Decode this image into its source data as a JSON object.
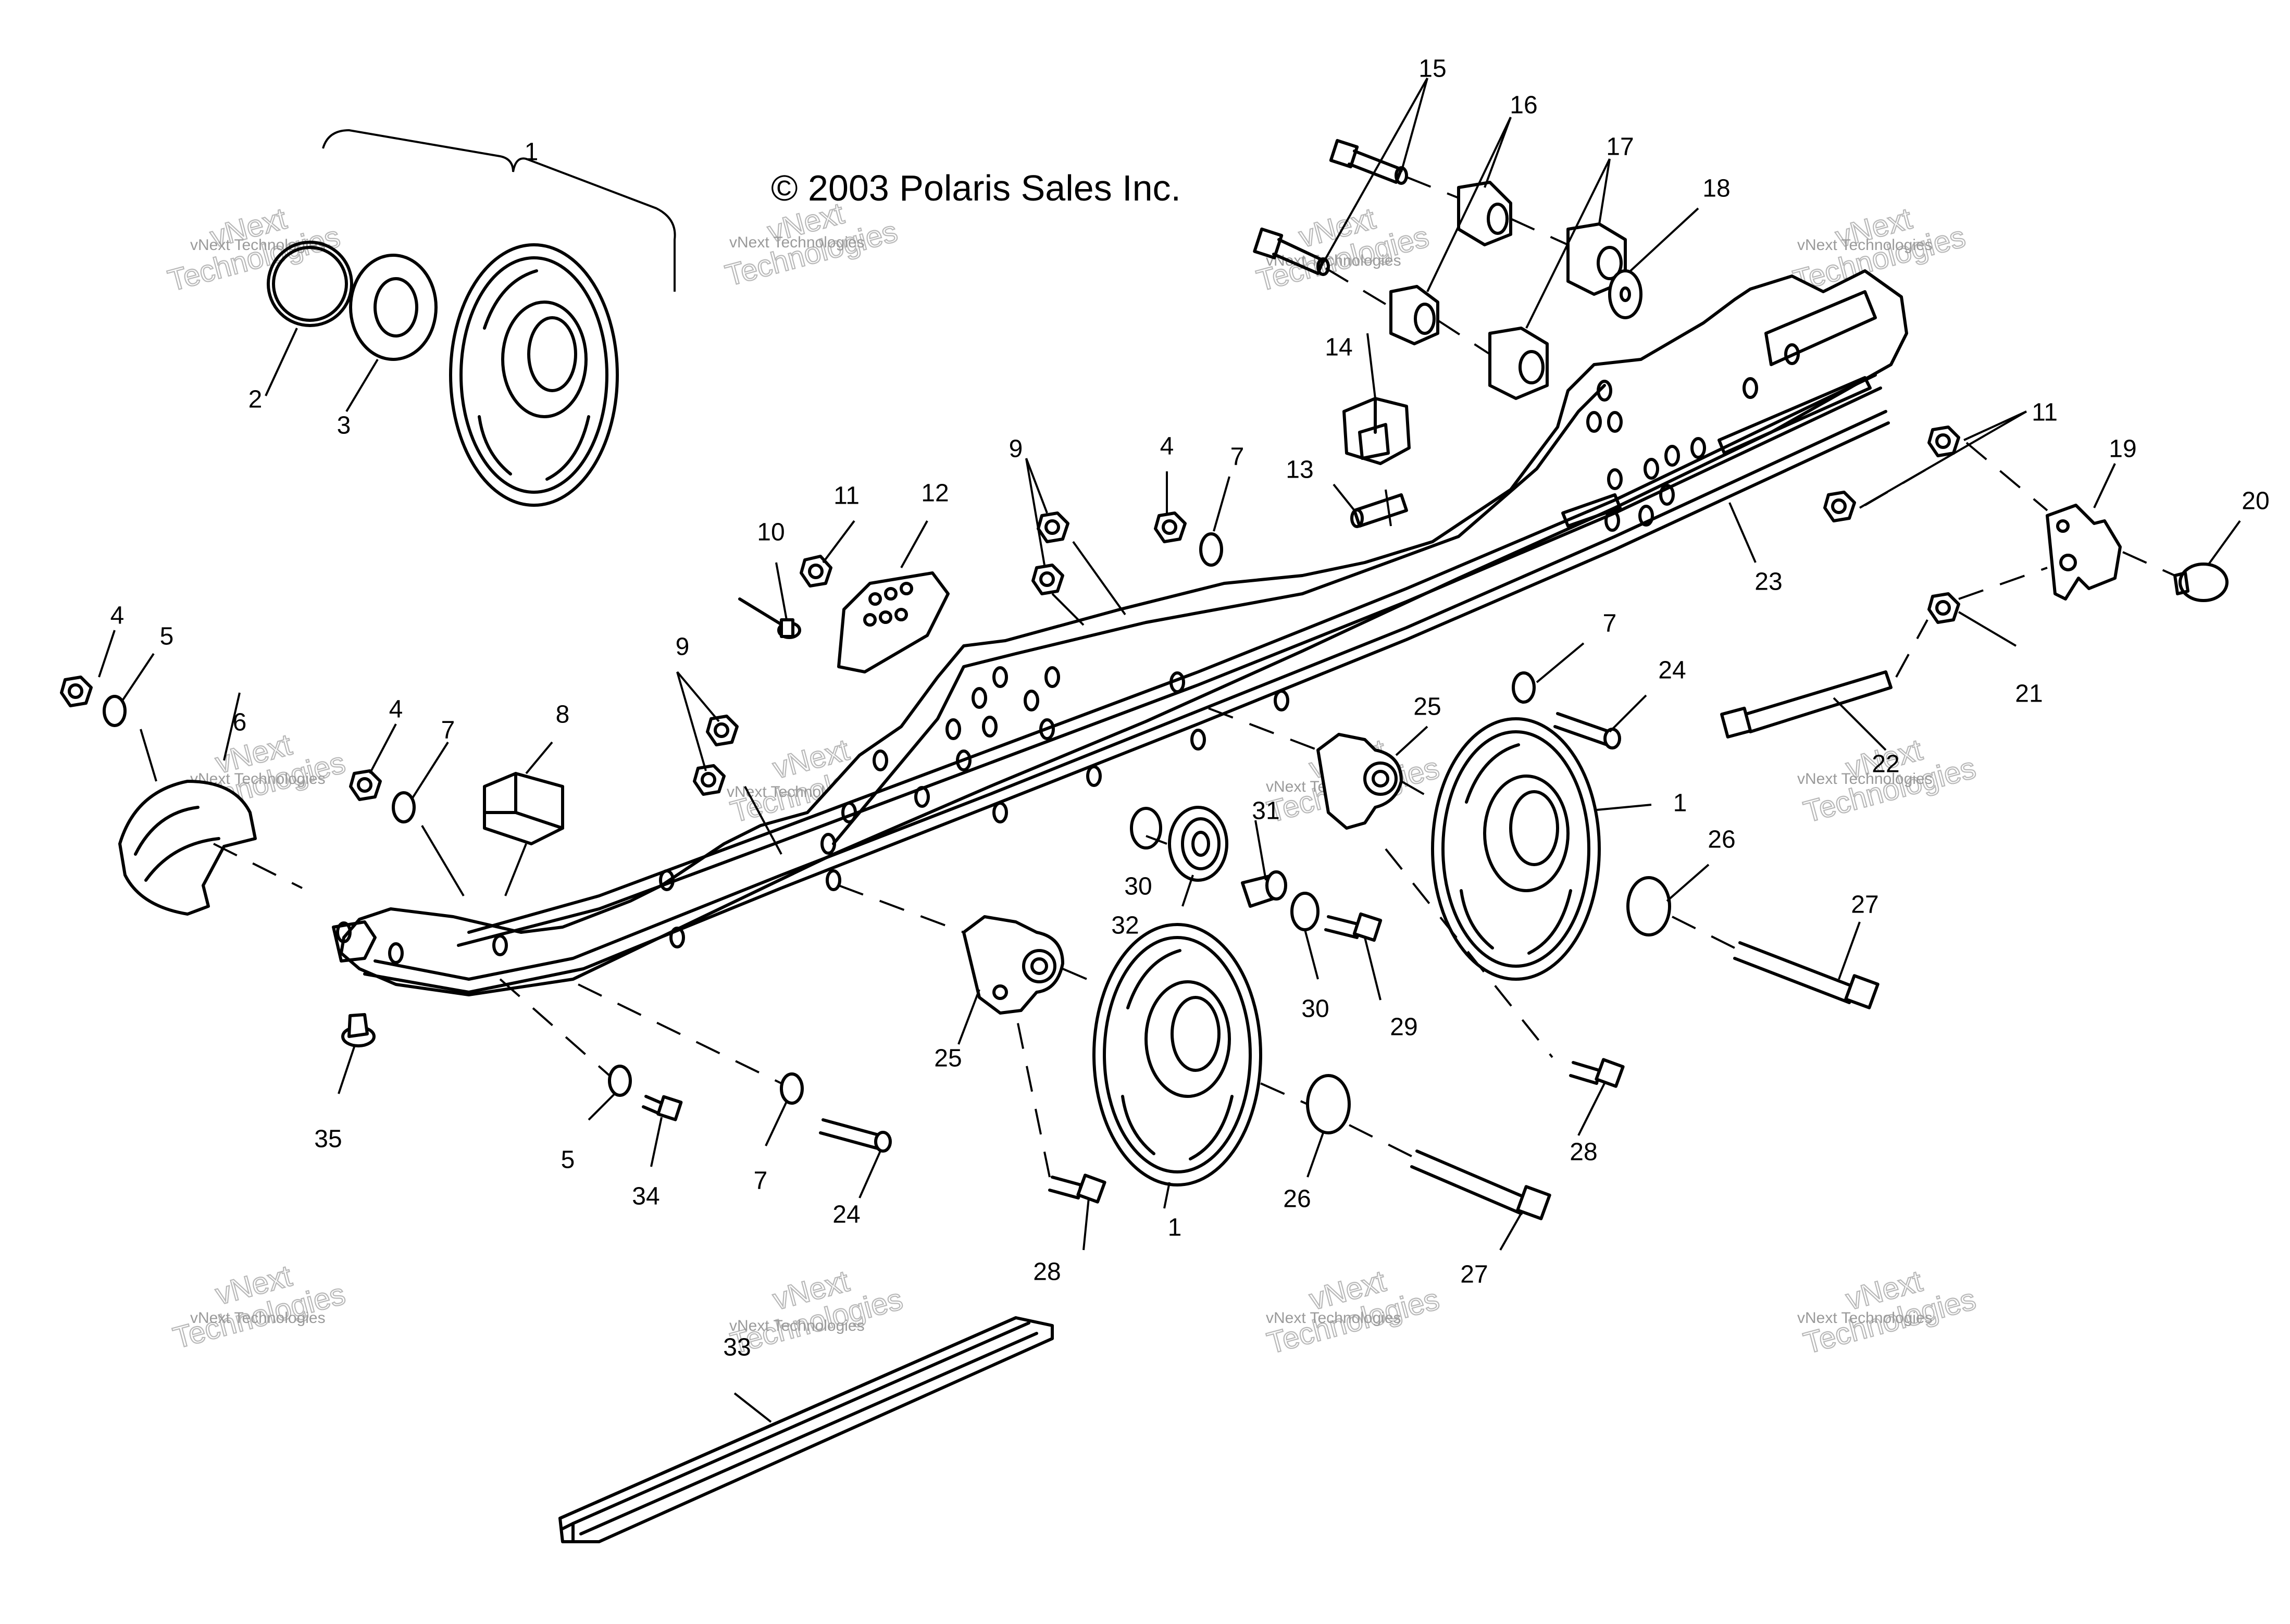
{
  "copyright": "© 2003 Polaris Sales Inc.",
  "watermark": {
    "small": "vNext Technologies",
    "big_1": "vNext",
    "big_2": "Technologies"
  },
  "callouts": {
    "c1_top": "1",
    "c1_mid": "1",
    "c1_bot": "1",
    "c2": "2",
    "c3": "3",
    "c4_a": "4",
    "c4_b": "4",
    "c4_c": "4",
    "c5_a": "5",
    "c5_b": "5",
    "c6": "6",
    "c7_a": "7",
    "c7_b": "7",
    "c7_c": "7",
    "c7_d": "7",
    "c8": "8",
    "c9_a": "9",
    "c9_b": "9",
    "c10": "10",
    "c11_a": "11",
    "c11_b": "11",
    "c12": "12",
    "c13": "13",
    "c14": "14",
    "c15": "15",
    "c16": "16",
    "c17": "17",
    "c18": "18",
    "c19": "19",
    "c20": "20",
    "c21": "21",
    "c22": "22",
    "c23": "23",
    "c24_a": "24",
    "c24_b": "24",
    "c25_a": "25",
    "c25_b": "25",
    "c26_a": "26",
    "c26_b": "26",
    "c27_a": "27",
    "c27_b": "27",
    "c28_a": "28",
    "c28_b": "28",
    "c29": "29",
    "c30_a": "30",
    "c30_b": "30",
    "c31": "31",
    "c32": "32",
    "c33": "33",
    "c34": "34",
    "c35": "35"
  }
}
